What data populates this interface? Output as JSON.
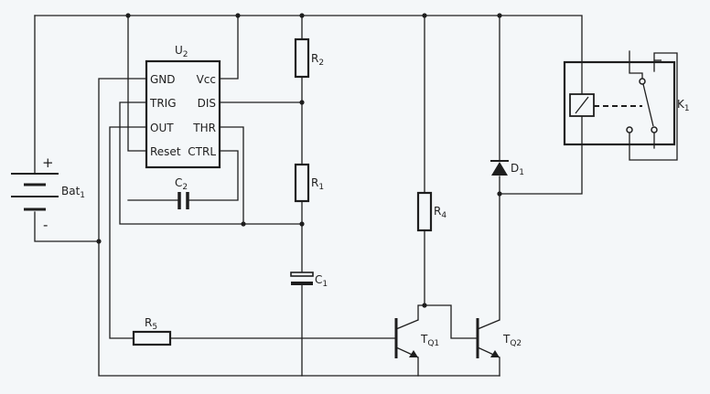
{
  "labels": {
    "u2": "U",
    "u2_sub": "2",
    "r2": "R",
    "r2_sub": "2",
    "r1": "R",
    "r1_sub": "1",
    "r4": "R",
    "r4_sub": "4",
    "r5": "R",
    "r5_sub": "5",
    "c1": "C",
    "c1_sub": "1",
    "c2": "C",
    "c2_sub": "2",
    "d1": "D",
    "d1_sub": "1",
    "k1": "K",
    "k1_sub": "1",
    "bat": "Bat",
    "bat_sub": "1",
    "tq1": "T",
    "tq1_sub": "Q1",
    "tq2": "T",
    "tq2_sub": "Q2",
    "plus": "+",
    "minus": "-"
  },
  "pins": {
    "gnd": "GND",
    "trig": "TRIG",
    "out": "OUT",
    "reset": "Reset",
    "vcc": "Vcc",
    "dis": "DIS",
    "thr": "THR",
    "ctrl": "CTRL"
  },
  "colors": {
    "background": "#f4f7f9",
    "ink": "#1e1e1e"
  }
}
